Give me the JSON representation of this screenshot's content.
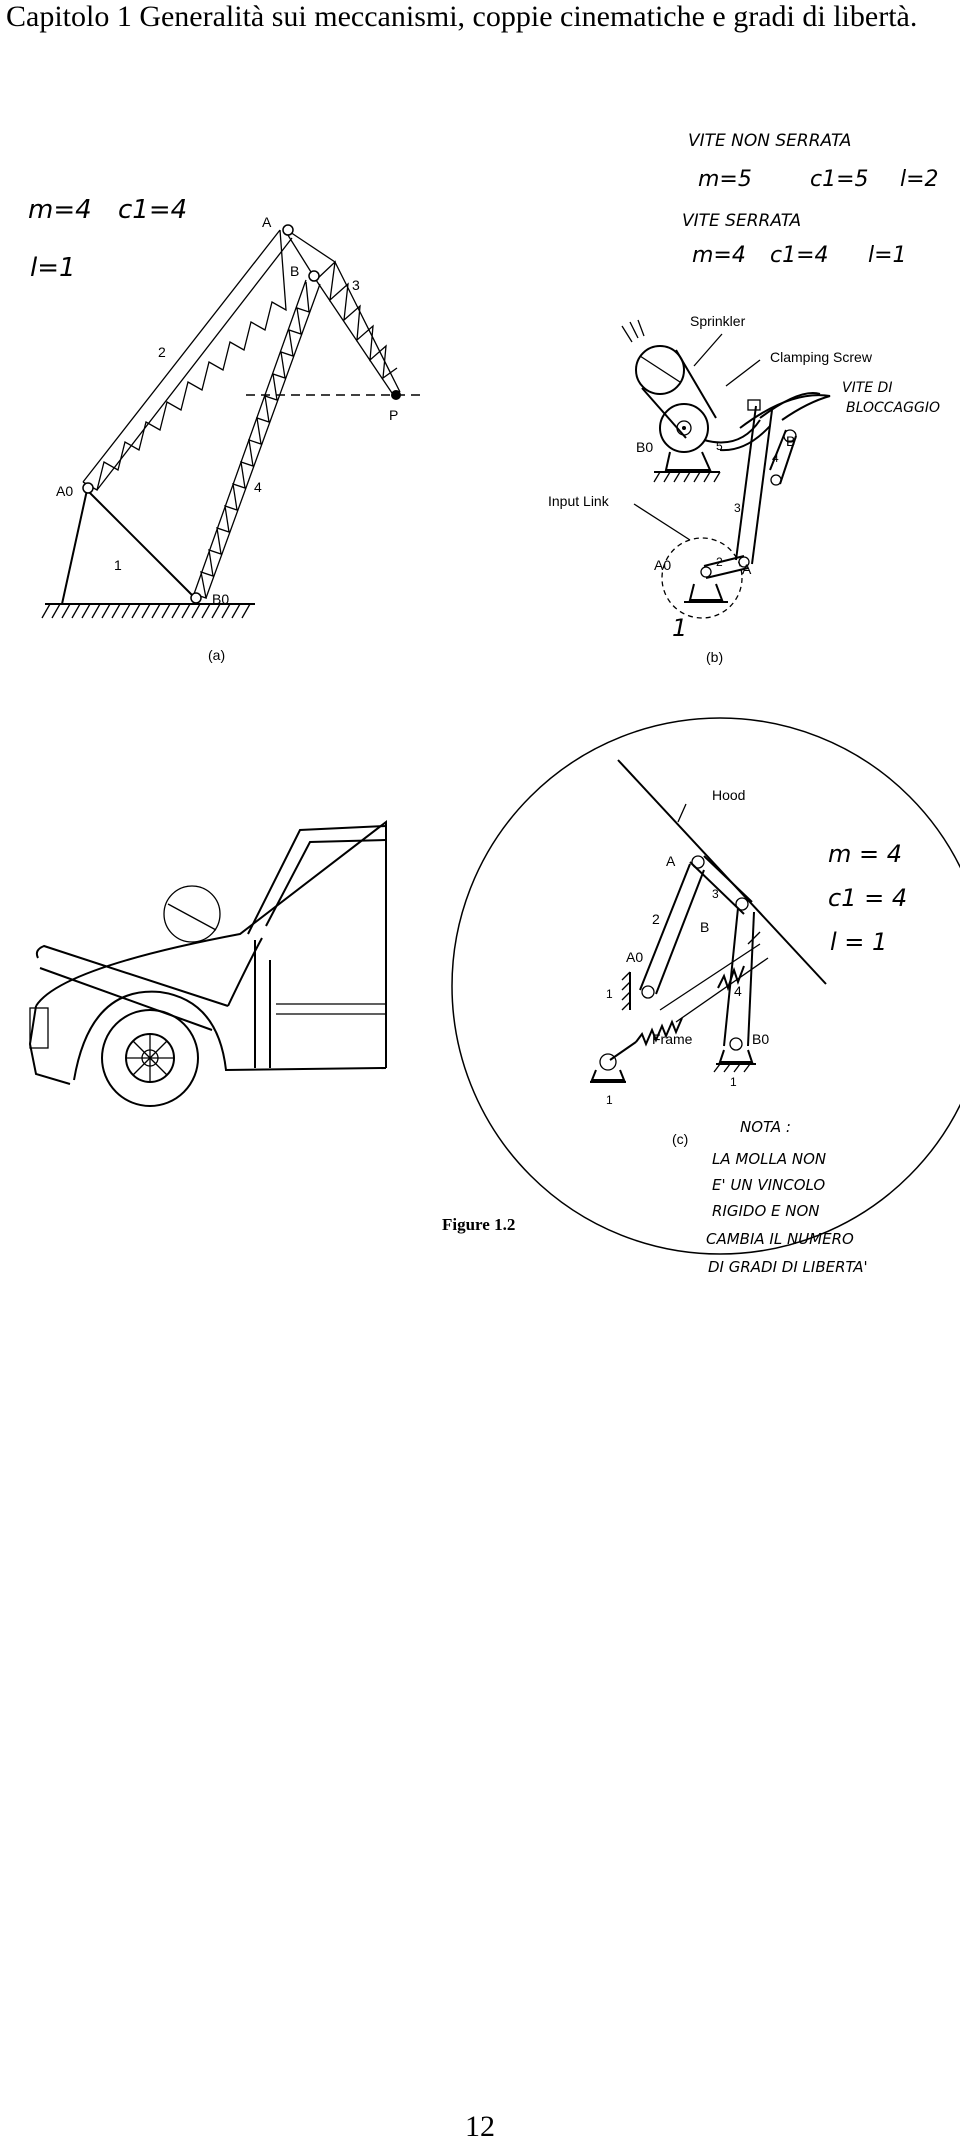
{
  "header": "Capitolo 1 Generalità sui meccanismi, coppie cinematiche e gradi di libertà.",
  "page_number": "12",
  "figure_caption": "Figure 1.2",
  "fig_a": {
    "caption": "(a)",
    "notes": [
      "m=4",
      "c1=4",
      "l=1"
    ],
    "points": [
      "A",
      "B",
      "P",
      "A0",
      "B0"
    ],
    "links": [
      "1",
      "2",
      "3",
      "4"
    ]
  },
  "fig_b": {
    "caption": "(b)",
    "labels": {
      "sprinkler": "Sprinkler",
      "clamping_screw": "Clamping Screw",
      "input_link": "Input Link"
    },
    "handwritten": [
      "VITE NON SERRATA",
      "m=5",
      "c1=5",
      "l=2",
      "VITE SERRATA",
      "m=4",
      "c1=4",
      "l=1",
      "VITE DI",
      "BLOCCAGGIO",
      "1"
    ],
    "points": [
      "B0",
      "A0",
      "A",
      "B"
    ],
    "links": [
      "2",
      "3",
      "4",
      "5"
    ]
  },
  "fig_c": {
    "caption": "(c)",
    "labels": {
      "hood": "Hood",
      "frame": "Frame"
    },
    "handwritten": [
      "m = 4",
      "c1 = 4",
      "l = 1"
    ],
    "note": [
      "NOTA :",
      "LA MOLLA NON",
      "E' UN VINCOLO",
      "RIGIDO E NON",
      "CAMBIA IL NUMERO",
      "DI GRADI DI LIBERTA'"
    ],
    "points": [
      "A",
      "B",
      "A0",
      "B0"
    ],
    "links": [
      "1",
      "2",
      "3",
      "4",
      "1",
      "1"
    ]
  }
}
